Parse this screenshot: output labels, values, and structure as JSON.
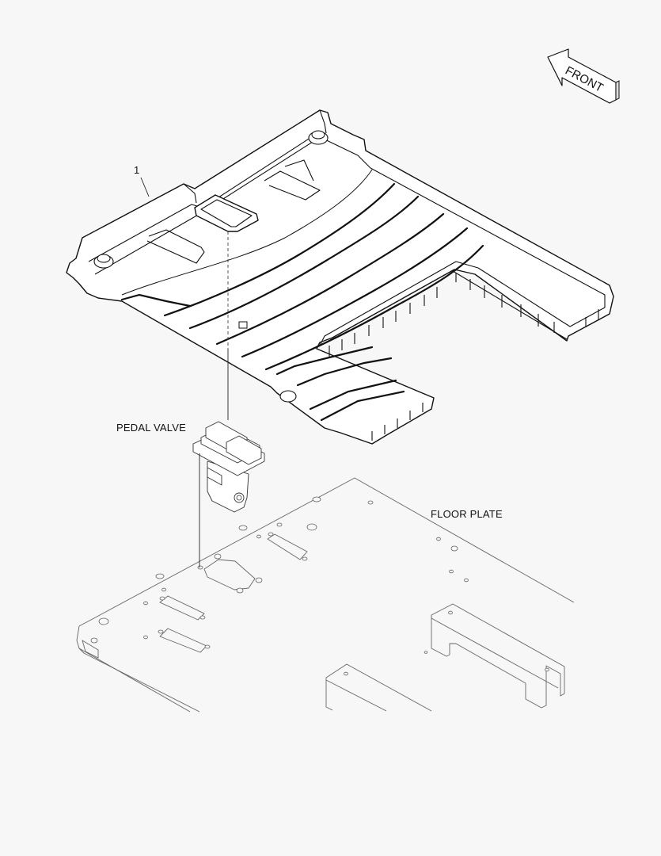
{
  "diagram": {
    "type": "exploded parts view",
    "background_color": "#f7f7f7",
    "line_color": "#111111",
    "orientation_indicator": {
      "label": "FRONT",
      "icon": "arrow-left-isometric-icon"
    },
    "callouts": [
      {
        "number": "1",
        "part": "floor mat"
      }
    ],
    "labels": {
      "pedal_valve": "PEDAL VALVE",
      "floor_plate": "FLOOR PLATE"
    },
    "components": [
      {
        "name": "floor-mat",
        "callout": "1",
        "style": "bold outline"
      },
      {
        "name": "pedal-valve",
        "style": "light outline (reference)"
      },
      {
        "name": "floor-plate",
        "style": "light outline (reference)"
      }
    ]
  }
}
